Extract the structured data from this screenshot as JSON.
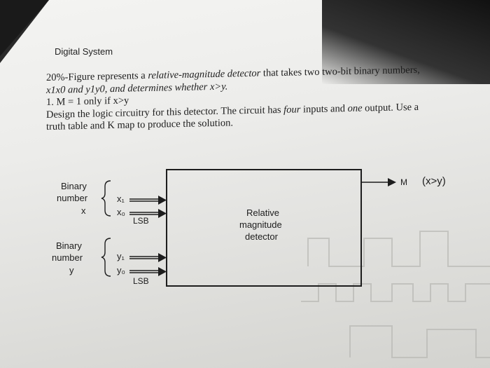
{
  "header": {
    "title": "Digital System"
  },
  "problem": {
    "line1_prefix": "20%-Figure represents a ",
    "line1_italic": "relative-magnitude detector",
    "line1_suffix": " that takes two two-bit binary numbers,",
    "line2": "x1x0 and y1y0, and determines whether x>y.",
    "line3": "1. M = 1 only if x>y",
    "line4_prefix": "Design the logic circuitry for this detector. The circuit has ",
    "line4_italic1": "four",
    "line4_mid": " inputs and ",
    "line4_italic2": "one",
    "line4_suffix": " output. Use a",
    "line5": "truth table and K map to produce the solution."
  },
  "diagram": {
    "input_x": {
      "title1": "Binary",
      "title2": "number",
      "title3": "x",
      "bit1": "x₁",
      "bit0": "x₀",
      "lsb": "LSB"
    },
    "input_y": {
      "title1": "Binary",
      "title2": "number",
      "title3": "y",
      "bit1": "y₁",
      "bit0": "y₀",
      "lsb": "LSB"
    },
    "block": {
      "line1": "Relative",
      "line2": "magnitude",
      "line3": "detector"
    },
    "output": {
      "name": "M",
      "condition": "(x>y)"
    }
  },
  "colors": {
    "paper": "#ecebe8",
    "ink": "#1d1d1d",
    "background": "#1a1a1a"
  }
}
